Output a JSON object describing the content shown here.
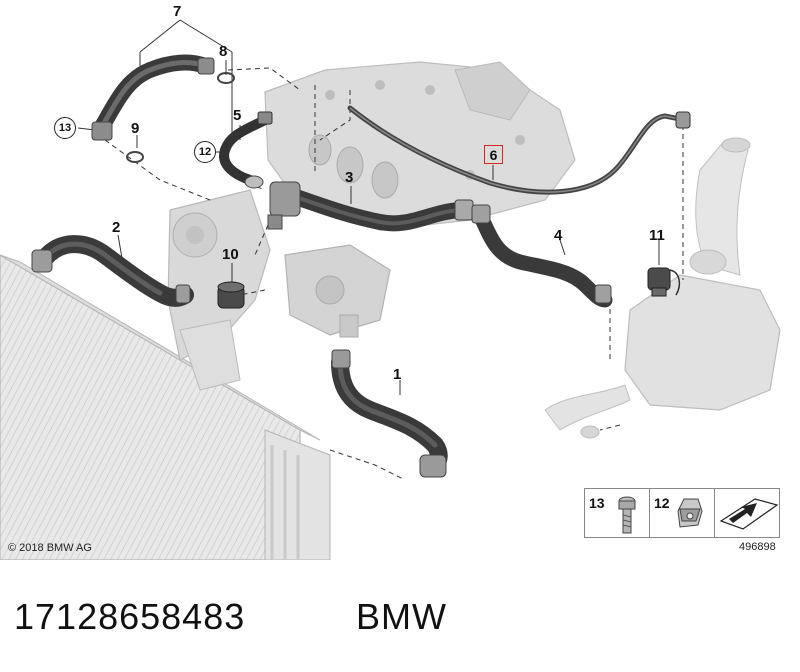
{
  "diagram": {
    "callouts": {
      "c1": "1",
      "c2": "2",
      "c3": "3",
      "c4": "4",
      "c5": "5",
      "c6": "6",
      "c7": "7",
      "c8": "8",
      "c9": "9",
      "c10": "10",
      "c11": "11",
      "c12": "12",
      "c13": "13"
    },
    "highlighted_callout": "6",
    "highlight_color": "#d9261c",
    "hose_color": "#3a3a3a",
    "ghost_color": "#d6d6d6",
    "copyright": "© 2018 BMW AG",
    "diagram_id": "496898",
    "legend": [
      {
        "number": "13",
        "icon": "bolt-icon"
      },
      {
        "number": "12",
        "icon": "clip-icon"
      },
      {
        "number": "",
        "icon": "arrow-plate-icon"
      }
    ]
  },
  "footer": {
    "part_number": "17128658483",
    "brand": "BMW"
  }
}
